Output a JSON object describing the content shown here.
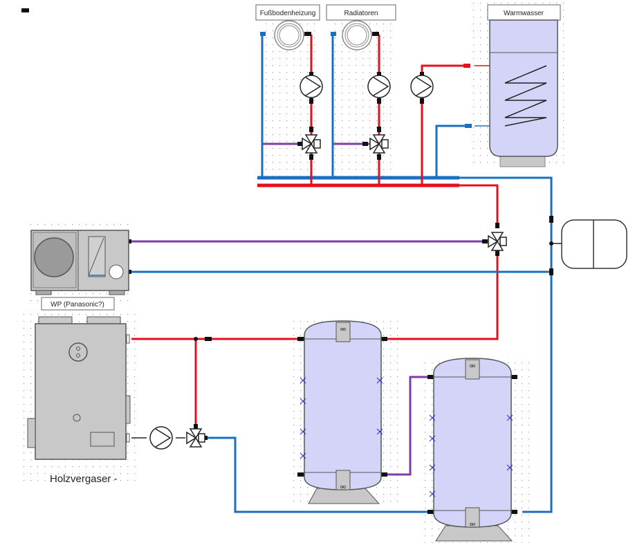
{
  "labels": {
    "floor_heating": "Fußbodenheizung",
    "radiators": "Radiatoren",
    "hot_water": "Warmwasser",
    "heat_pump": "WP (Panasonic?)",
    "wood_gasifier": "Holzvergaser -"
  },
  "colors": {
    "hot": "#e3111d",
    "cold": "#1c6fbf",
    "mix": "#7a3ea6",
    "tank_fill": "#d4d4f8",
    "equip_grey": "#c8c8c8"
  },
  "icons": [
    "pump-icon",
    "mixing-valve-icon",
    "radiator-icon",
    "heat-exchanger-coil-icon",
    "expansion-vessel-icon"
  ]
}
